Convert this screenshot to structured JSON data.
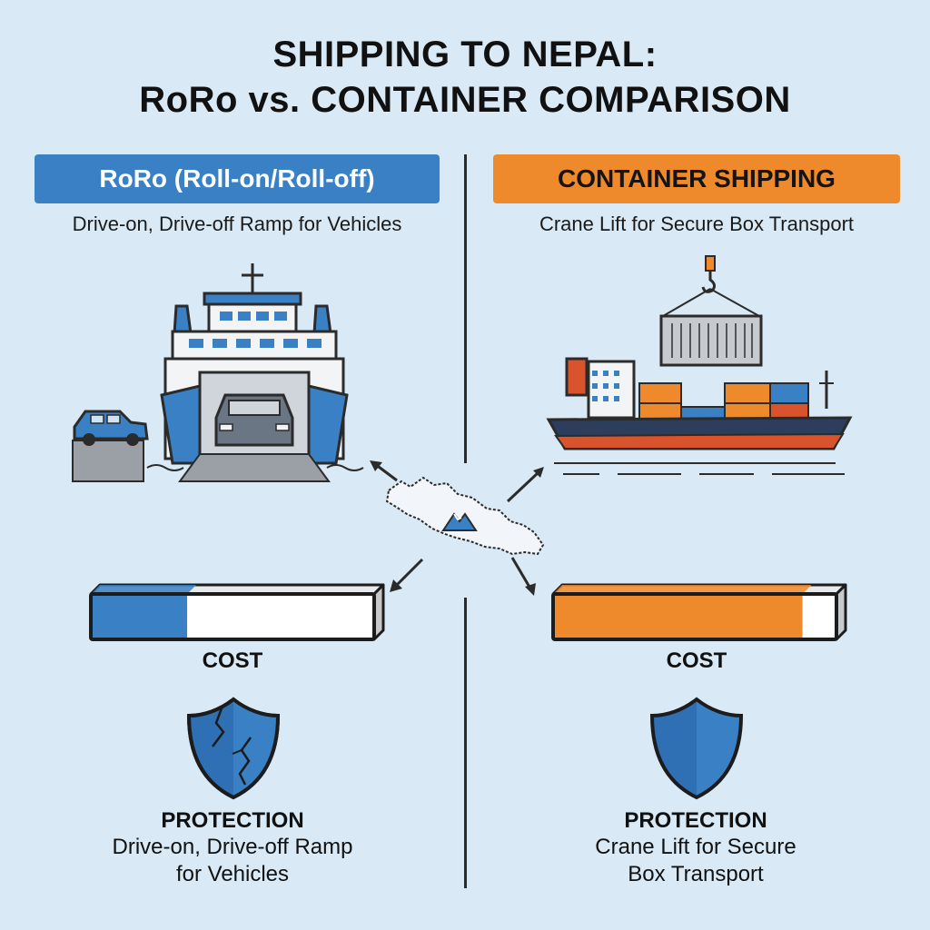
{
  "title": {
    "line1": "SHIPPING TO NEPAL:",
    "line2": "RoRo vs. CONTAINER COMPARISON"
  },
  "roro": {
    "header": "RoRo (Roll-on/Roll-off)",
    "subtitle": "Drive-on, Drive-off Ramp for Vehicles",
    "cost_label": "COST",
    "cost_level": 0.34,
    "protection_label": "PROTECTION",
    "protection_line1": "Drive-on, Drive-off Ramp",
    "protection_line2": "for Vehicles",
    "protection_state": "cracked",
    "color": "#3a80c4"
  },
  "container": {
    "header": "CONTAINER SHIPPING",
    "subtitle": "Crane Lift for Secure Box Transport",
    "cost_label": "COST",
    "cost_level": 0.88,
    "protection_label": "PROTECTION",
    "protection_line1": "Crane Lift for Secure",
    "protection_line2": "Box Transport",
    "protection_state": "intact",
    "color": "#ef8a2c"
  },
  "icons": {
    "roro_ship": "roro-ferry-icon",
    "container_ship": "container-ship-icon",
    "map": "nepal-map-icon",
    "shield_left": "cracked-shield-icon",
    "shield_right": "shield-icon"
  },
  "colors": {
    "background": "#d9eaf6",
    "roro_blue": "#3a80c4",
    "container_orange": "#ef8a2c",
    "navy": "#2c3e5c"
  }
}
